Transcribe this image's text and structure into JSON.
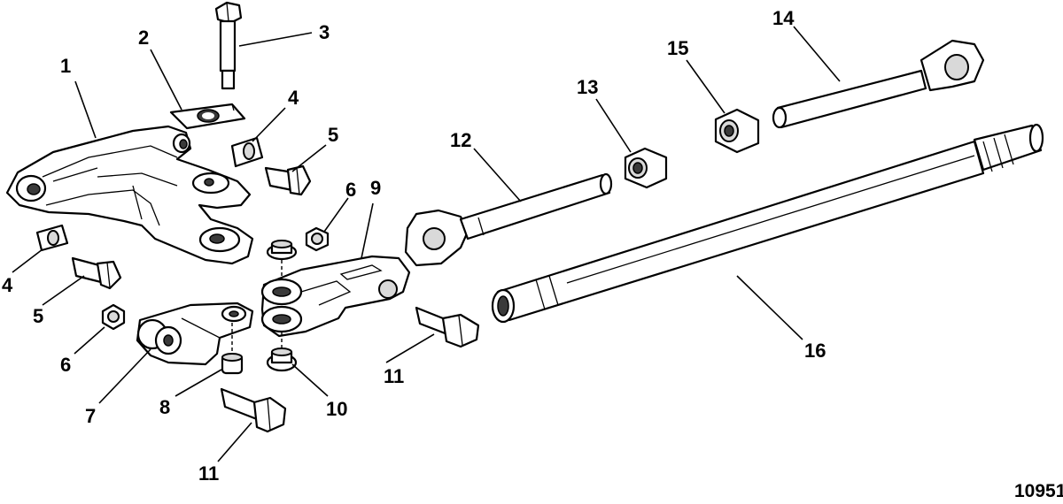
{
  "figure_number": "10951",
  "callouts": {
    "c1": "1",
    "c2": "2",
    "c3": "3",
    "c4a": "4",
    "c4b": "4",
    "c5a": "5",
    "c5b": "5",
    "c6a": "6",
    "c6b": "6",
    "c7": "7",
    "c8": "8",
    "c9": "9",
    "c10": "10",
    "c11a": "11",
    "c11b": "11",
    "c12": "12",
    "c13": "13",
    "c14": "14",
    "c15": "15",
    "c16": "16"
  }
}
